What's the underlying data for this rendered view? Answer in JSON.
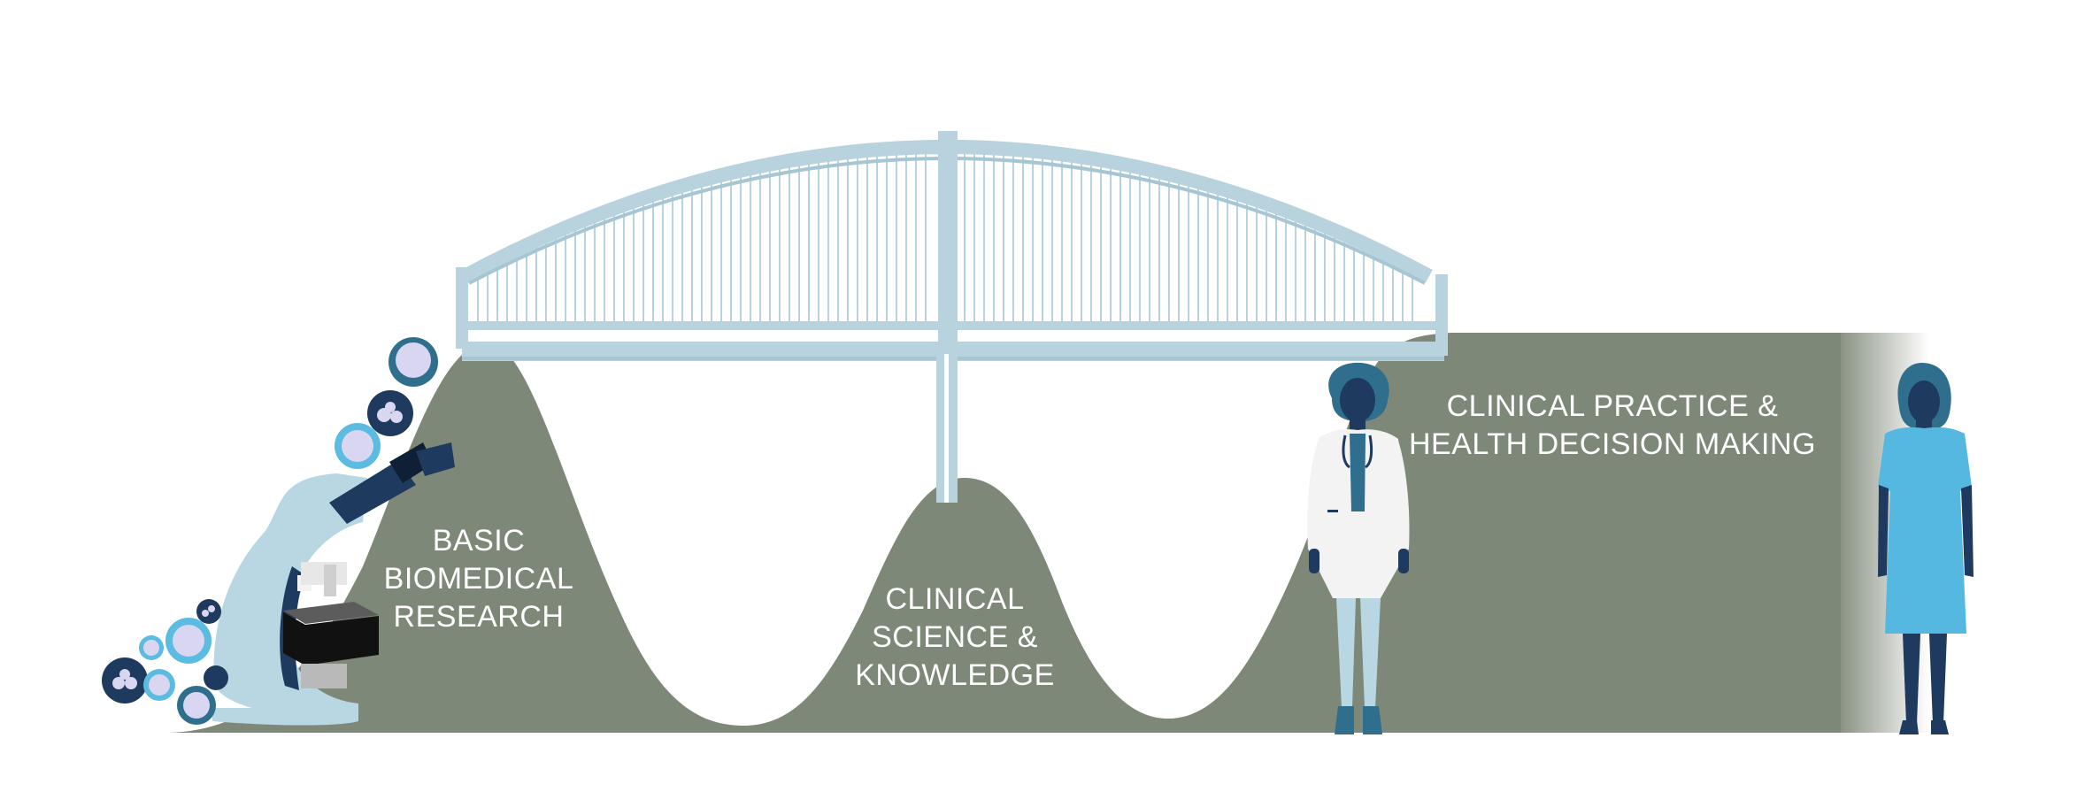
{
  "labels": {
    "basic_research": [
      "BASIC",
      "BIOMEDICAL",
      "RESEARCH"
    ],
    "clinical_science": [
      "CLINICAL",
      "SCIENCE &",
      "KNOWLEDGE"
    ],
    "clinical_practice": [
      "CLINICAL PRACTICE &",
      "HEALTH DECISION MAKING"
    ]
  },
  "colors": {
    "terrain": "#7e8878",
    "bridge": "#b8d3de",
    "bridge_dark": "#a6c6d3",
    "navy": "#1e3a5e",
    "teal": "#2f6e8c",
    "light_blue": "#b9d7e2",
    "cyan": "#5bbbe0",
    "lavender": "#d9d6f2",
    "patient_gown": "#55b8e0",
    "coat_white": "#f3f3f3",
    "microscope_black": "#111111"
  },
  "icons": [
    "microscope-icon",
    "cell-icon",
    "doctor-icon",
    "patient-icon",
    "bridge-icon"
  ]
}
